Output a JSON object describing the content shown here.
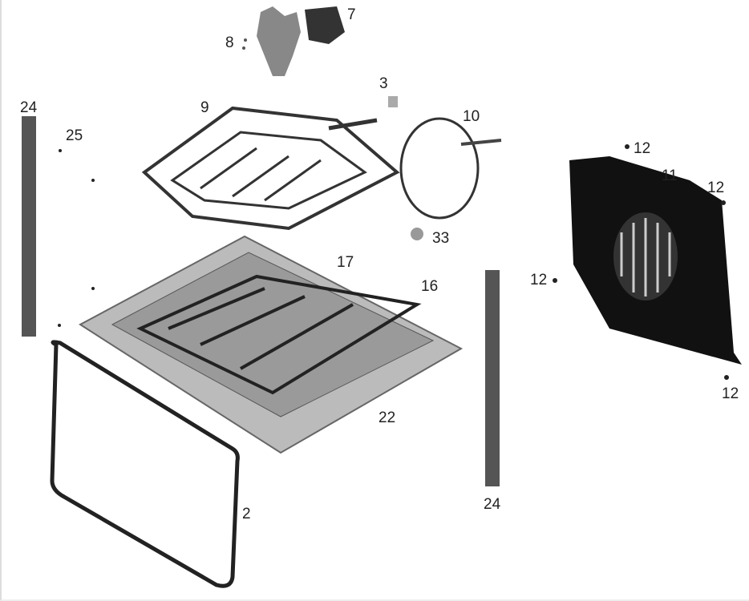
{
  "diagram": {
    "labels": {
      "fan_blade": "7",
      "screws_fan": "8",
      "thermostat": "3",
      "top_element": "9",
      "circular_element": "10",
      "side_rail_left": "24",
      "screw_left": "25",
      "fan_cover": "11",
      "screw_12_top": "12",
      "screw_12_right": "12",
      "screw_12_left": "12",
      "screw_12_bottom": "12",
      "lamp": "33",
      "element_cover": "17",
      "bottom_element": "16",
      "base_plate": "22",
      "side_rail_right": "24",
      "door_seal": "2"
    }
  }
}
